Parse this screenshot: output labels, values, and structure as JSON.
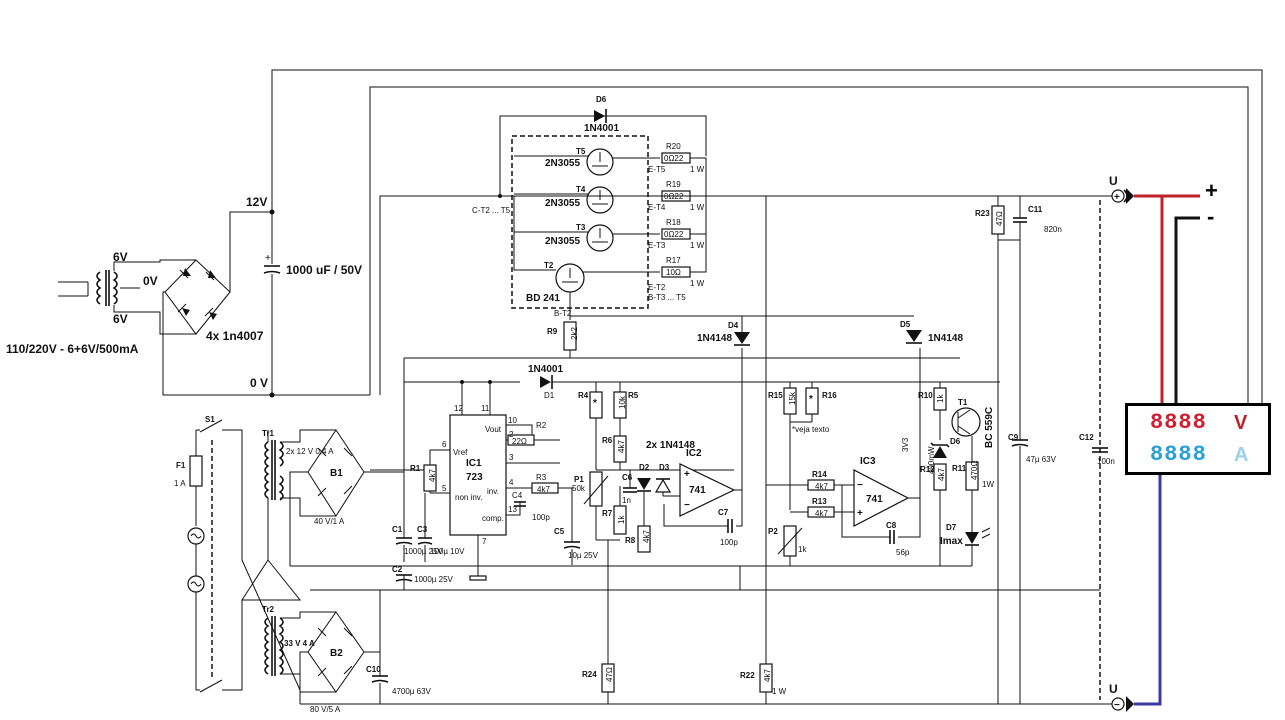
{
  "input_side": {
    "transformer_tap_top": "6V",
    "transformer_tap_mid": "0V",
    "transformer_tap_bot": "6V",
    "transformer_spec": "110/220V - 6+6V/500mA",
    "bridge_diodes": "4x 1n4007",
    "rail_positive": "12V",
    "rail_ground": "0 V",
    "capacitor": "1000 uF / 50V"
  },
  "power_stage": {
    "d6": "D6",
    "d6_type": "1N4001",
    "t5": "T5",
    "t4": "T4",
    "t3": "T3",
    "t2": "T2",
    "transistor_type": "2N3055",
    "driver_type": "BD 241",
    "r20": "R20",
    "r19": "R19",
    "r18": "R18",
    "r17": "R17",
    "r20_val": "0Ω22",
    "r19_val": "0Ω22",
    "r18_val": "0Ω22",
    "r17_val": "10Ω",
    "watt": "1 W",
    "e_t5": "E-T5",
    "e_t4": "E-T4",
    "e_t3": "E-T3",
    "e_t2": "E-T2",
    "b_t3t5": "B-T3 ... T5",
    "c_t2": "C-T2 ... T5",
    "b_t2": "B-T2",
    "r9": "R9",
    "r9_val": "2k2"
  },
  "regulator": {
    "d1_type": "1N4001",
    "d1": "D1",
    "ic1": "IC1",
    "ic1_type": "723",
    "vref": "Vref",
    "vout": "Vout",
    "non_inv": "non inv.",
    "inv": "inv.",
    "comp": "comp.",
    "r1": "R1",
    "r1_val": "4k7",
    "r2": "R2",
    "r2_val": "22Ω",
    "r3": "R3",
    "r3_val": "4k7",
    "c4": "C4",
    "c4_val": "100p",
    "c1": "C1",
    "c1_val": "1000µ 25V",
    "c2": "C2",
    "c2_val": "1000µ 25V",
    "c3": "C3",
    "c3_val": "100µ 10V",
    "c5": "C5",
    "c5_val": "10µ 25V",
    "pins": [
      "12",
      "11",
      "10",
      "6",
      "5",
      "2",
      "3",
      "4",
      "13",
      "7"
    ]
  },
  "voltage_loop": {
    "r4": "R4",
    "r5": "R5",
    "r5_val": "10k",
    "r6": "R6",
    "r6_val": "4k7",
    "p1": "P1",
    "p1_val": "50k",
    "r7": "R7",
    "r7_val": "1k",
    "r8": "R8",
    "r8_val": "4k7",
    "c6": "C6",
    "c6_val": "1n",
    "d2d3": "2x 1N4148",
    "d2": "D2",
    "d3": "D3",
    "ic2": "IC2",
    "ic2_type": "741",
    "c7": "C7",
    "c7_val": "100p",
    "d4": "D4",
    "d4_type": "1N4148",
    "r24": "R24",
    "r24_val": "47Ω"
  },
  "current_loop": {
    "r15": "R15",
    "r15_val": "15k",
    "r16": "R16",
    "veja": "*veja texto",
    "r14": "R14",
    "r14_val": "4k7",
    "r13": "R13",
    "r13_val": "4k7",
    "p2": "P2",
    "p2_val": "1k",
    "ic3": "IC3",
    "ic3_type": "741",
    "c8": "C8",
    "c8_val": "56p",
    "d5": "D5",
    "d5_type": "1N4148",
    "r10": "R10",
    "r10_val": "1k",
    "t1": "T1",
    "t1_type": "BC 559C",
    "d6": "D6",
    "zener": "400mW",
    "zener_v": "3V3",
    "r12": "R12",
    "r12_val": "4k7",
    "r11": "R11",
    "r11_val": "470Ω",
    "r11_w": "1W",
    "d7": "D7",
    "imax": "Imax",
    "r22": "R22",
    "r22_val": "4k7",
    "r22_w": "1 W"
  },
  "output": {
    "r23": "R23",
    "r23_val": "47Ω",
    "c11": "C11",
    "c11_val": "820n",
    "c9": "C9",
    "c9_val": "47µ 63V",
    "c12": "C12",
    "c12_val": "100n",
    "u": "U",
    "plus": "+",
    "minus": "-",
    "colors": {
      "positive": "#c0202a",
      "negative": "#111111",
      "return": "#3a3aa0"
    }
  },
  "mains": {
    "s1": "S1",
    "f1": "F1",
    "f1_val": "1 A",
    "tr1": "Tr1",
    "tr1_spec": "2x 12 V 0,4 A",
    "b1": "B1",
    "b1_spec": "40 V/1 A",
    "tr2": "Tr2",
    "tr2_spec": "33 V 4 A",
    "b2": "B2",
    "b2_spec": "80 V/5 A",
    "c10": "C10",
    "c10_val": "4700µ 63V"
  },
  "meter": {
    "digits_v": "8888",
    "digits_a": "8888",
    "unit_v": "V",
    "unit_a": "A",
    "color_v": "#d02030",
    "color_a": "#2aa0d8"
  }
}
